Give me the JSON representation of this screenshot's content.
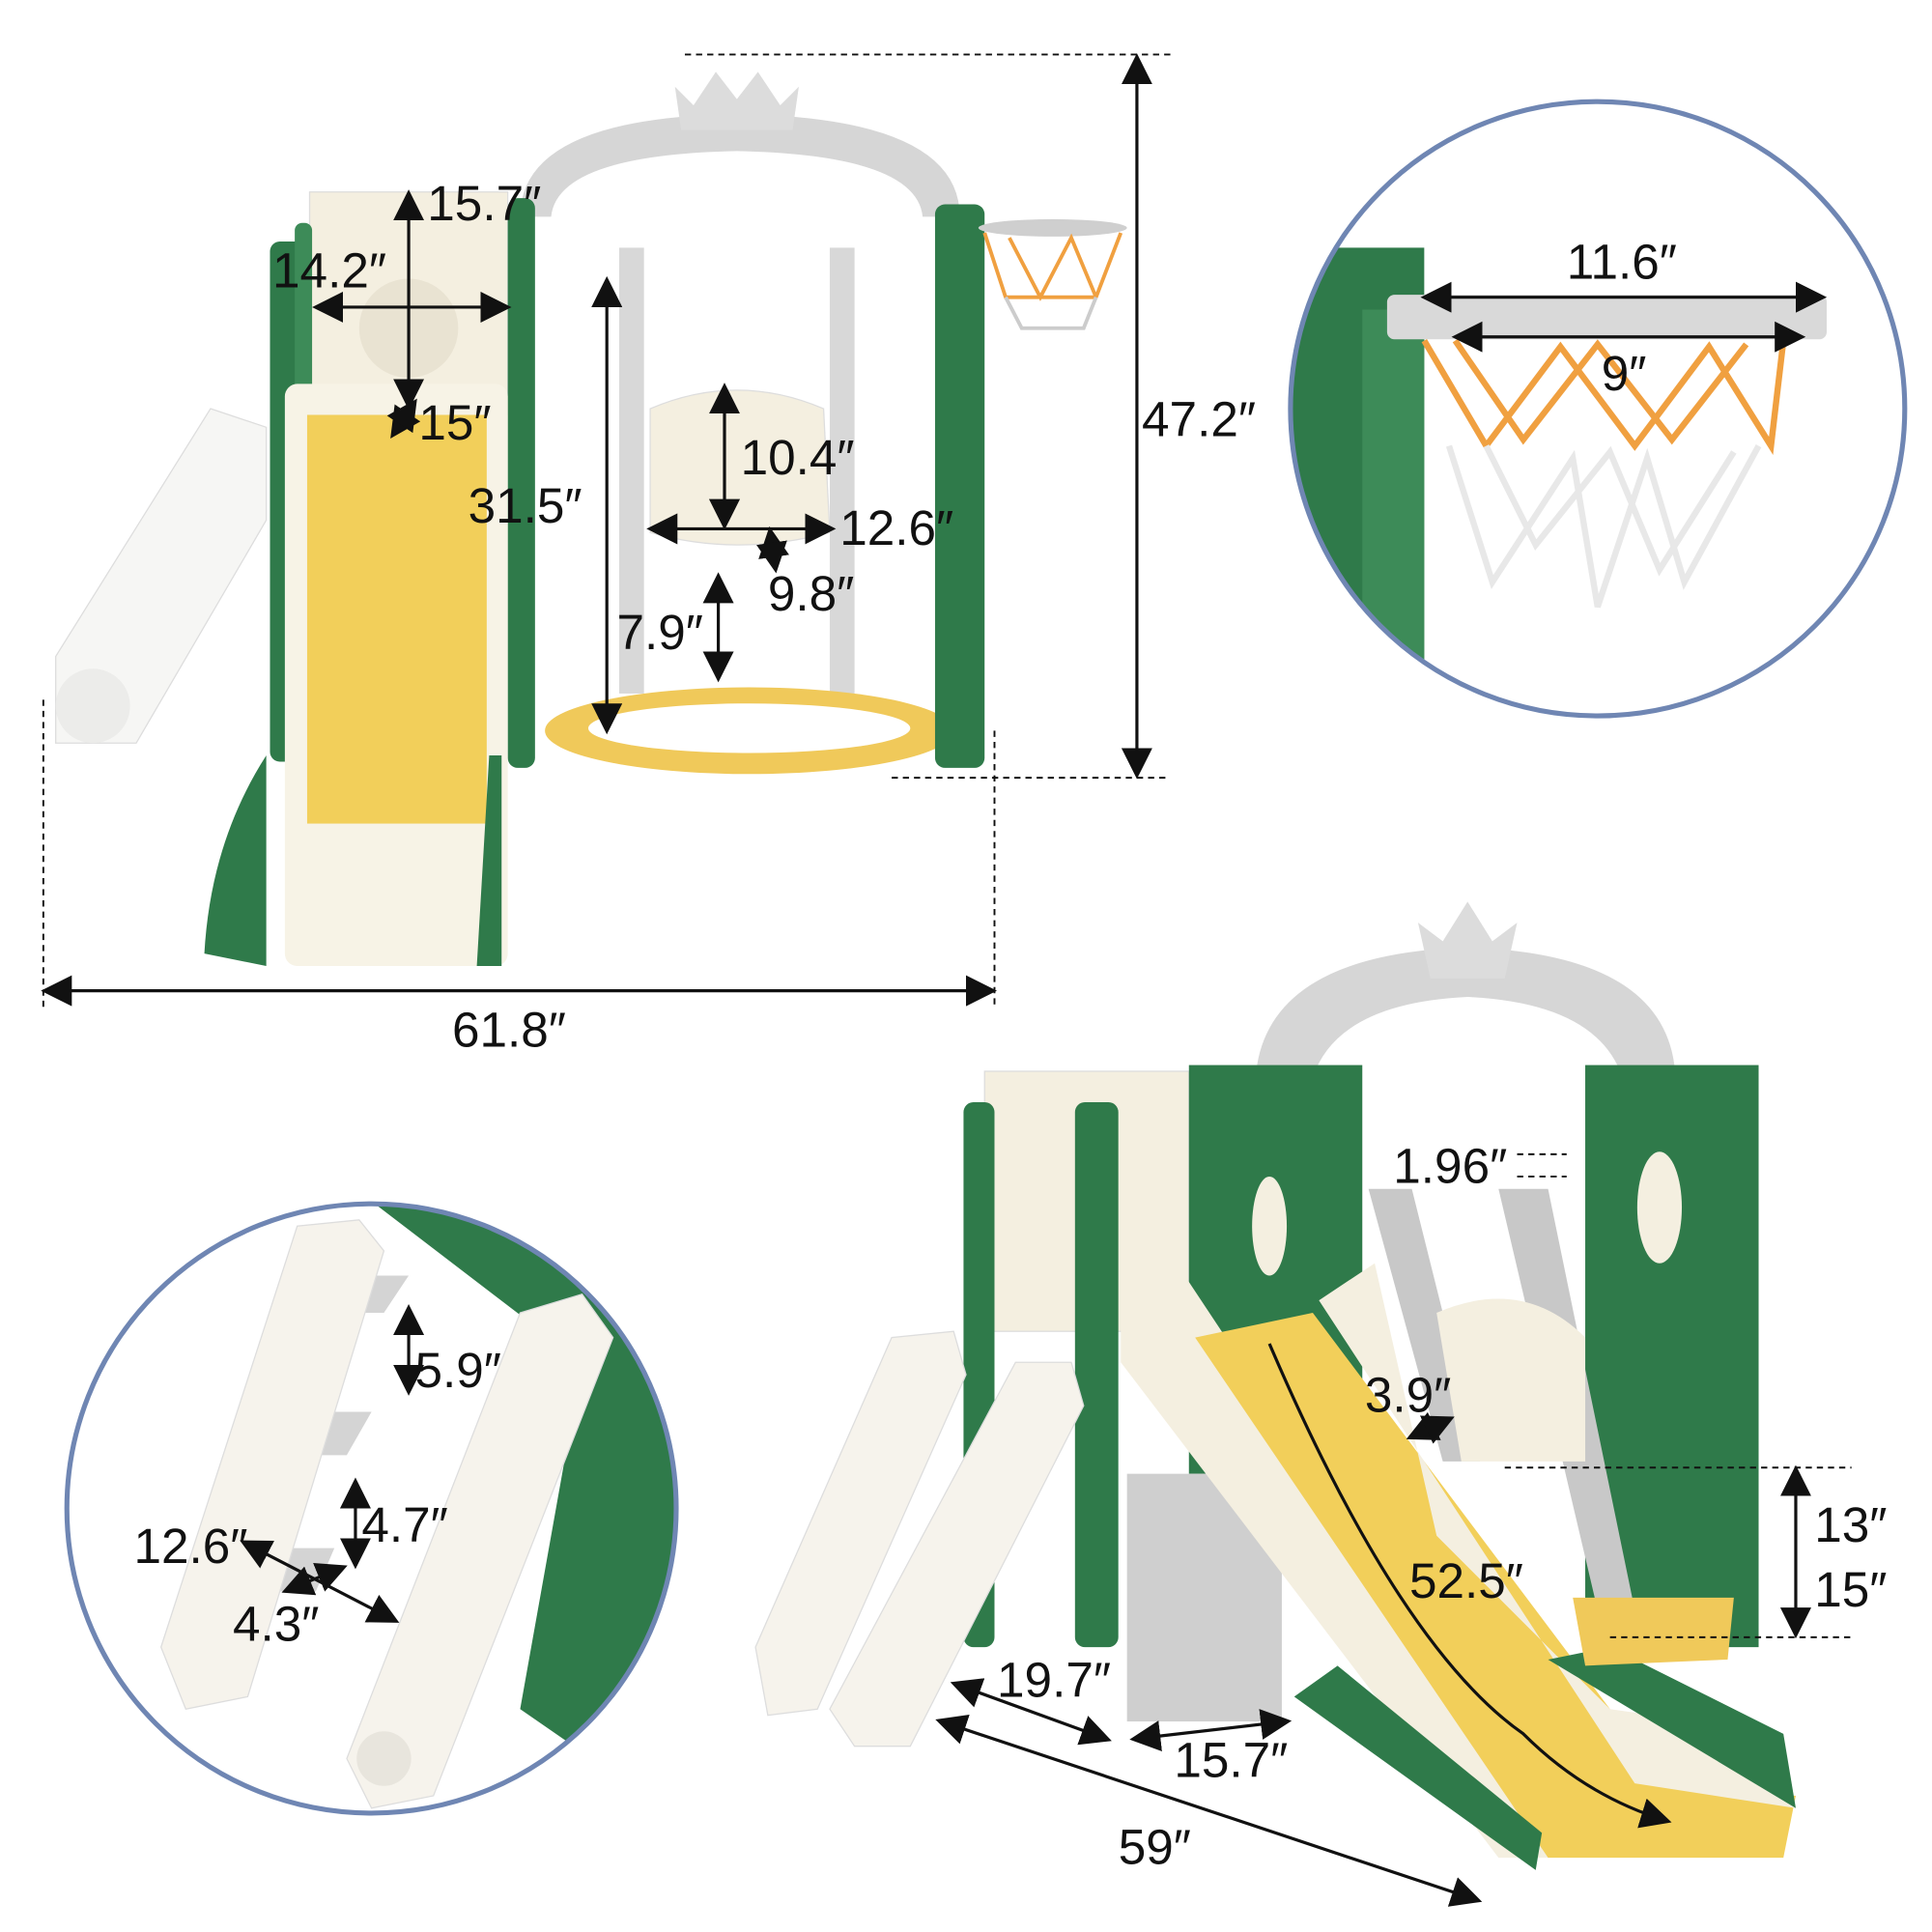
{
  "colors": {
    "green": "#2f7a4a",
    "cream": "#f4efe0",
    "yellow": "#f2cf5a",
    "gray": "#cfcfcf",
    "orange": "#f0a040",
    "circle_border": "#6f86b3"
  },
  "front_view": {
    "tower_height": "15.7″",
    "tower_width": "14.2″",
    "platform_depth": "15″",
    "swing_height": "31.5″",
    "seat_back": "10.4″",
    "seat_width": "12.6″",
    "seat_depth": "9.8″",
    "seat_ground": "7.9″",
    "total_height": "47.2″",
    "total_width": "61.8″"
  },
  "hoop_detail": {
    "outer": "11.6″",
    "inner": "9″"
  },
  "ladder_detail": {
    "step_gap_top": "5.9″",
    "step_gap": "4.7″",
    "ladder_width": "12.6″",
    "step_depth": "4.3″"
  },
  "side_view": {
    "chain": "1.96″",
    "slide_width": "3.9″",
    "seat_height_a": "13″",
    "seat_height_b": "15″",
    "slide_length": "52.5″",
    "depth": "19.7″",
    "base": "15.7″",
    "total_length": "59″"
  }
}
